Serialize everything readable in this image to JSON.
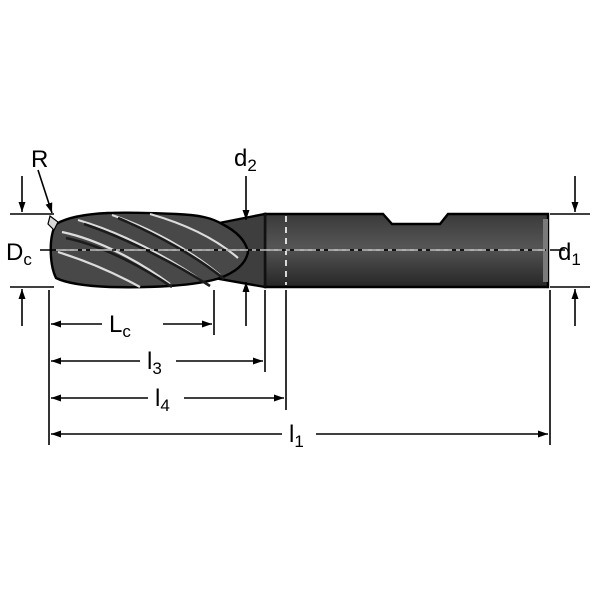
{
  "labels": {
    "R": "R",
    "Dc_main": "D",
    "Dc_sub": "c",
    "d2_main": "d",
    "d2_sub": "2",
    "d1_main": "d",
    "d1_sub": "1",
    "Lc_main": "L",
    "Lc_sub": "c",
    "l3_main": "l",
    "l3_sub": "3",
    "l4_main": "l",
    "l4_sub": "4",
    "l1_main": "l",
    "l1_sub": "1"
  },
  "colors": {
    "shank": "#343434",
    "shank_highlight": "#5c5c5c",
    "head": "#4a4a4a",
    "line": "#000000",
    "background": "#ffffff"
  }
}
